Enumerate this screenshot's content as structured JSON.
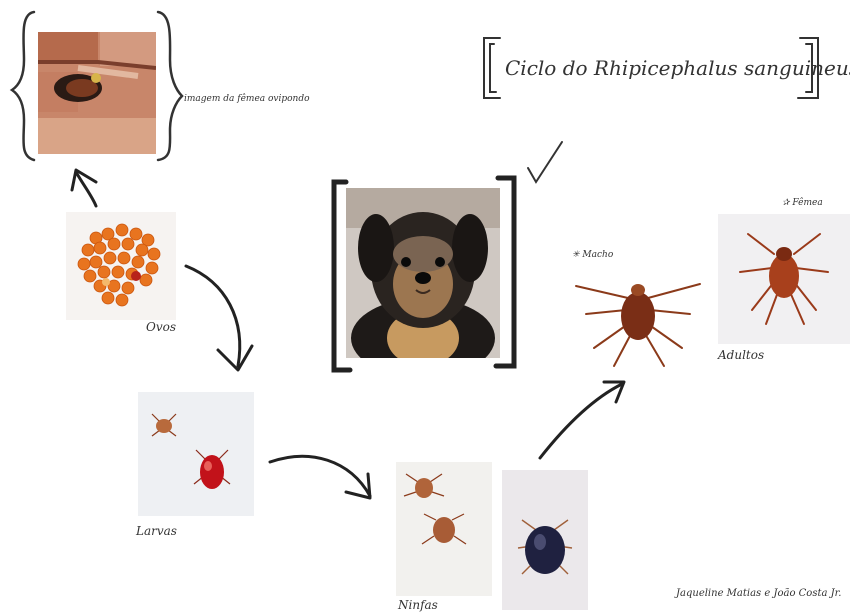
{
  "title": "Ciclo do Rhipicephalus sanguineus",
  "labels": {
    "female_laying": "imagem da fêmea ovipondo",
    "eggs": "Ovos",
    "larvae": "Larvas",
    "nymphs": "Ninfas",
    "adults": "Adultos",
    "male": "Macho",
    "female": "Fêmea",
    "authors": "Jaqueline Matias e João Costa Jr."
  },
  "symbols": {
    "male": "✳",
    "female": "✰",
    "check": "✓"
  },
  "colors": {
    "ink": "#333333",
    "egg": "#e8741f",
    "tick_brown": "#8b3a1a",
    "tick_red": "#c2121a",
    "tick_dark": "#1f2140"
  }
}
